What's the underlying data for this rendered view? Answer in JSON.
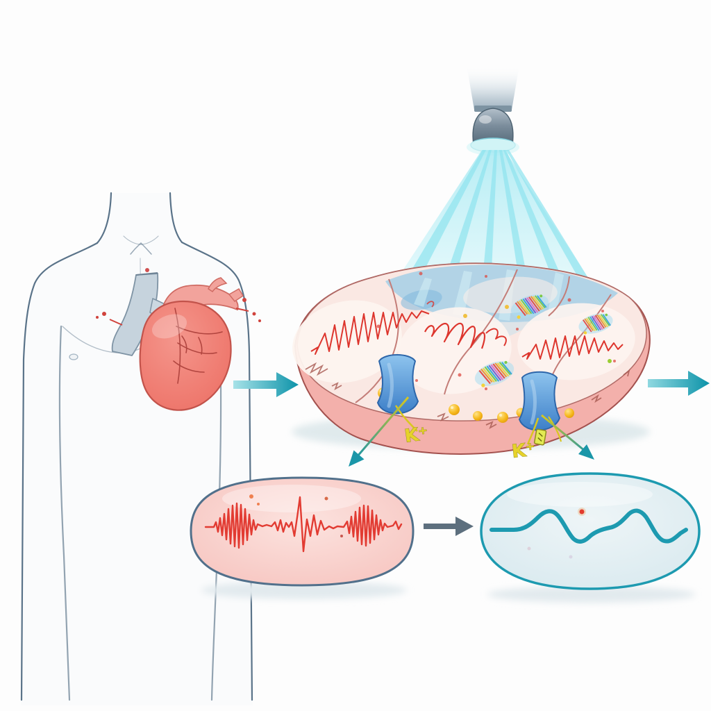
{
  "illustration": {
    "background_color": "#fdfdfd",
    "labels": {
      "k_left": "K⁺",
      "k_right": "K⁺"
    },
    "colors": {
      "arrow_teal": "#1095a9",
      "arrow_slate": "#5d6f7e",
      "beam_cyan": "#9fe6ef",
      "lamp_gray": "#6b7f8e",
      "heart_red": "#ed6b60",
      "vessel_gray": "#c6d3dd",
      "torso_outline": "#5a7389",
      "tissue_pink": "#f3b0ab",
      "tissue_top": "#fae8e3",
      "illuminated_blue": "#a5cfe6",
      "ion_channel_blue": "#4c8fd0",
      "potassium_yellow": "#d9c71f",
      "ion_gold": "#f6b81c",
      "dish_pink_fill": "#fbdbd7",
      "dish_pink_border": "#51708b",
      "dish_blue_fill": "#e9f2f5",
      "dish_blue_border": "#1d9ab0",
      "waveform_red": "#e23b32",
      "waveform_teal": "#1d9ab0"
    },
    "components": {
      "torso": "human torso outline",
      "heart": "anatomical heart in chest",
      "light_source": "lamp emitter projecting cyan light beams",
      "tissue_slice": "cardiac tissue slice with lobes under illumination",
      "ion_channels": "two blue membrane ion channels",
      "potassium_ions": "gold ion spheres along tissue wall",
      "rainbow_patches": "multicolor modified regions on tissue",
      "dish_fibrillation": "pink dish with chaotic red waveform",
      "dish_sinus": "blue dish with smooth teal waveform",
      "arrow_torso_to_tissue": "teal right arrow",
      "arrow_tissue_exit": "teal right arrow at frame edge",
      "arrow_channel_to_pink_dish": "yellow-to-teal diagonal arrow",
      "arrow_channel_to_blue_dish": "yellow-to-teal diagonal arrow",
      "arrow_dish_to_dish": "slate right arrow"
    }
  }
}
